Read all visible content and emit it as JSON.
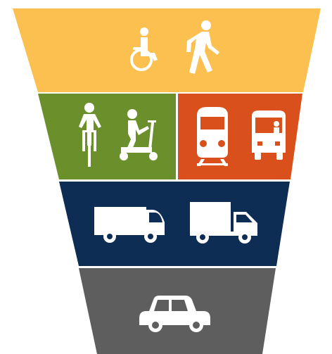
{
  "colors": {
    "tier_1": "#FCC050",
    "tier_2_left": "#6B8F2A",
    "tier_2_right": "#D9501C",
    "tier_3": "#0D2D55",
    "tier_4": "#5E5E5E",
    "icon": "#FFFFFF"
  },
  "tiers": [
    {
      "level": 1,
      "icons": [
        "wheelchair-user-icon",
        "pedestrian-icon"
      ]
    },
    {
      "level": 2,
      "groups": [
        {
          "icons": [
            "bicycle-rider-icon",
            "scooter-rider-icon"
          ]
        },
        {
          "icons": [
            "train-icon",
            "bus-icon"
          ]
        }
      ]
    },
    {
      "level": 3,
      "icons": [
        "delivery-van-icon",
        "box-truck-icon"
      ]
    },
    {
      "level": 4,
      "icons": [
        "car-icon"
      ]
    }
  ]
}
